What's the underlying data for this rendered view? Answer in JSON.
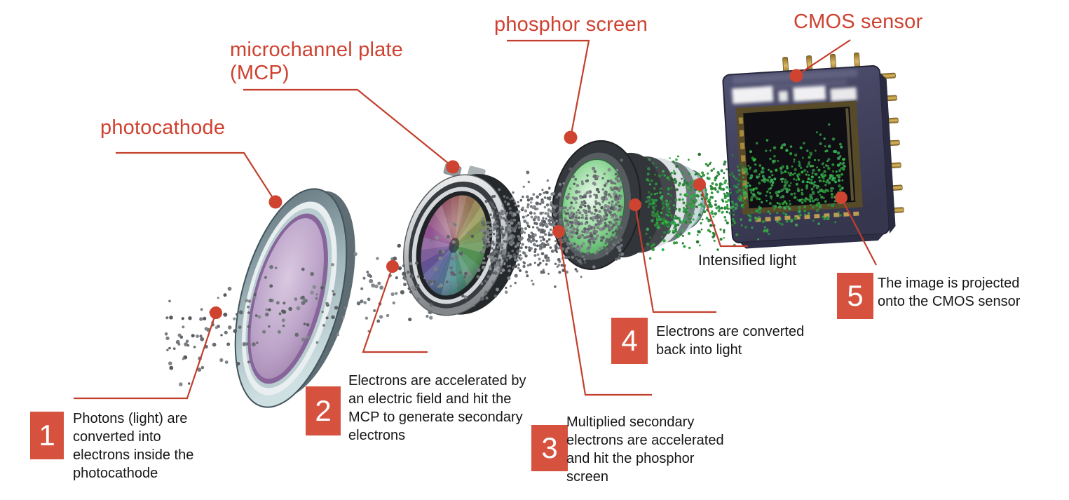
{
  "colors": {
    "red_text": "#cf4130",
    "red_badge": "#d6523f",
    "red_line": "#c23f2c",
    "text_black": "#161616",
    "photocathode_face": "#b59cc3",
    "phosphor_green": "#5cb96b",
    "chip_body": "#42425e"
  },
  "labels": {
    "photocathode": "photocathode",
    "mcp_line1": "microchannel plate",
    "mcp_line2": "(MCP)",
    "phosphor_screen": "phosphor screen",
    "cmos_sensor": "CMOS sensor",
    "intensified_light": "Intensified light"
  },
  "steps": [
    {
      "num": "1",
      "text": "Photons (light) are converted into electrons inside the photocathode"
    },
    {
      "num": "2",
      "text": "Electrons are accelerated by an electric field and hit the MCP to generate secondary electrons"
    },
    {
      "num": "3",
      "text": "Multiplied secondary electrons are accelerated and hit the phosphor screen"
    },
    {
      "num": "4",
      "text": "Electrons are converted back into light"
    },
    {
      "num": "5",
      "text": "The image is projected onto the CMOS sensor"
    }
  ]
}
